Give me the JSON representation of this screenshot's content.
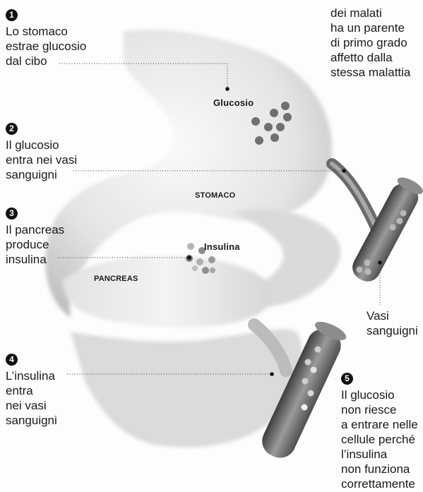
{
  "intro_fragment": "dei malati\nha un parente\ndi primo grado\naffetto dalla\nstessa malattia",
  "steps": [
    {
      "num": "1",
      "text": "Lo stomaco\nestrae glucosio\ndal cibo"
    },
    {
      "num": "2",
      "text": "Il glucosio\nentra nei vasi\nsanguigni"
    },
    {
      "num": "3",
      "text": "Il pancreas\nproduce\ninsulina"
    },
    {
      "num": "4",
      "text": "L’insulina\nentra\nnei vasi\nsanguigni"
    },
    {
      "num": "5",
      "text": "Il glucosio\nnon riesce\na entrare nelle\ncellule perché\nl’insulina\nnon funziona\ncorrettamente"
    }
  ],
  "labels": {
    "glucosio": "Glucosio",
    "stomaco": "STOMACO",
    "insulina": "Insulina",
    "pancreas": "PANCREAS",
    "vasi": "Vasi\nsanguigni"
  },
  "colors": {
    "organ_light": "#ececec",
    "organ_mid": "#c9c9c9",
    "organ_dark": "#6e6e6e",
    "dot_dark": "#707070",
    "dot_light": "#b5b5b5",
    "leader": "#333333"
  }
}
